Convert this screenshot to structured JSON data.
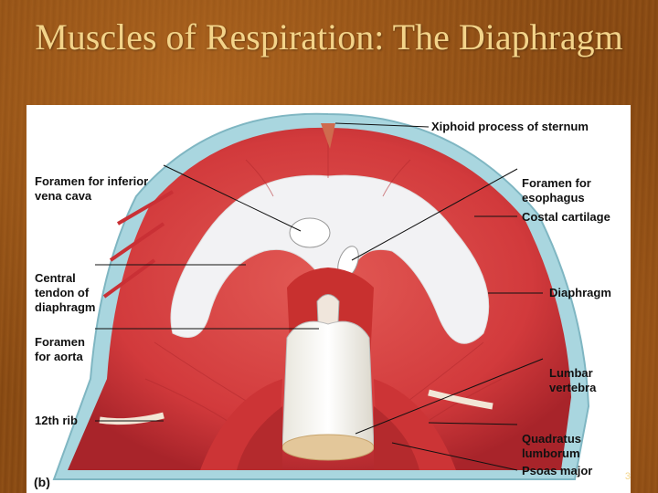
{
  "slide": {
    "title": "Muscles of Respiration: The Diaphragm",
    "slide_number": "3"
  },
  "figure": {
    "panel_label": "(b)",
    "labels": {
      "xiphoid": "Xiphoid process of sternum",
      "foramen_ivc": "Foramen for inferior\nvena cava",
      "foramen_esophagus": "Foramen for\nesophagus",
      "costal_cartilage": "Costal cartilage",
      "central_tendon": "Central\ntendon of\ndiaphragm",
      "diaphragm": "Diaphragm",
      "foramen_aorta": "Foramen\nfor aorta",
      "lumbar_vertebra": "Lumbar\nvertebra",
      "twelfth_rib": "12th rib",
      "quadratus": "Quadratus\nlumborum",
      "psoas": "Psoas major"
    }
  },
  "colors": {
    "muscle": "#d23a3c",
    "muscle_dark": "#b22a2e",
    "tendon": "#f2f2f4",
    "cartilage": "#a9d6df",
    "title": "#f3d48a"
  }
}
